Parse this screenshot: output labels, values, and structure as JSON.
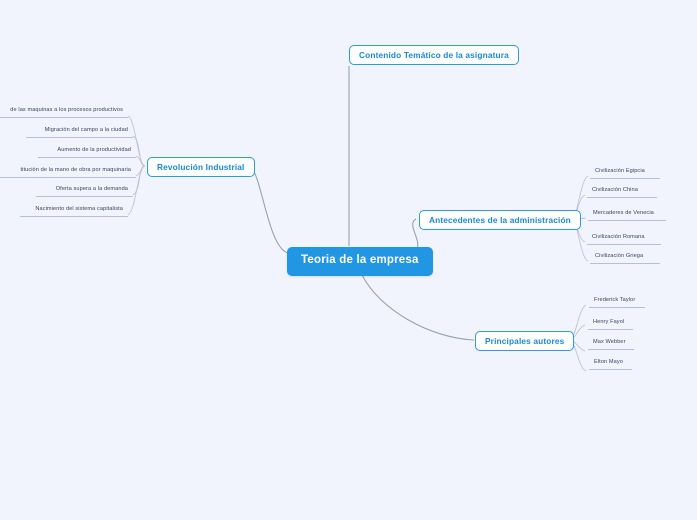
{
  "theme": {
    "background_color": "#f1f4fd",
    "root_fill": "#2196e3",
    "root_text": "#ffffff",
    "branch_border": "#2e9ae8",
    "branch_text": "#1b87e0",
    "branch_fill": "#fdfeff",
    "leaf_text": "#3b4259",
    "leaf_underline": "#b9bfd2",
    "edge_color": "#9aa0ad"
  },
  "mindmap": {
    "root": {
      "label": "Teoria de la empresa"
    },
    "branches": [
      {
        "id": "contenido-tematico",
        "label": "Contenido Temático de la asignatura",
        "side": "top",
        "children": []
      },
      {
        "id": "revolucion-industrial",
        "label": "Revolución Industrial",
        "side": "left",
        "children": [
          {
            "label": "de las maquinas a los procesos productivos"
          },
          {
            "label": "Migración del campo a la ciudad"
          },
          {
            "label": "Aumento de la productividad"
          },
          {
            "label": "titución de la mano de obra por maquinaria"
          },
          {
            "label": "Oferta supera a la demanda"
          },
          {
            "label": "Nacimiento del sistema capitalista"
          }
        ]
      },
      {
        "id": "antecedentes-administracion",
        "label": "Antecedentes de la administración",
        "side": "right",
        "children": [
          {
            "label": "Civilización Egipcia"
          },
          {
            "label": "Civilización China"
          },
          {
            "label": "Mercaderes de Venecia"
          },
          {
            "label": "Civilización Romana"
          },
          {
            "label": "Civilización Griega"
          }
        ]
      },
      {
        "id": "principales-autores",
        "label": "Principales autores",
        "side": "right",
        "children": [
          {
            "label": "Frederick Taylor"
          },
          {
            "label": "Henry Fayol"
          },
          {
            "label": "Max Webber"
          },
          {
            "label": "Elton Mayo"
          }
        ]
      }
    ]
  }
}
